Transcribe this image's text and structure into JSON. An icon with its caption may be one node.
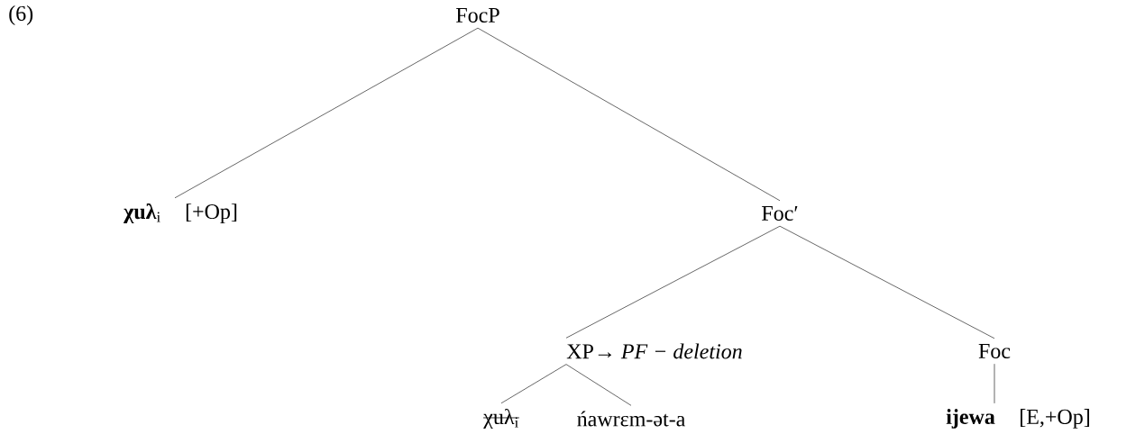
{
  "diagram": {
    "nodes": [
      {
        "text": [
          "FocP"
        ]
      },
      {
        "text": [
          "**χuλ**$_{i}$",
          "[+Op]"
        ]
      },
      {
        "text": [
          "Foc′"
        ]
      },
      {
        "text": [
          "XP→ *PF − deletion*"
        ]
      },
      {
        "text": [
          "Foc"
        ]
      },
      {
        "text": [
          "χuλ$_{i}$"
        ]
      },
      {
        "text": [
          "ńawrɛm-ət-a"
        ]
      },
      {
        "text": [
          "ijewa",
          "[E,+Op]"
        ]
      }
    ],
    "edges": [
      {
        "from": 0,
        "to": 1,
        "arrow": "none"
      },
      {
        "from": 0,
        "to": 2,
        "arrow": "none"
      },
      {
        "from": 2,
        "to": 3,
        "arrow": "none"
      },
      {
        "from": 2,
        "to": 4,
        "arrow": "none"
      },
      {
        "from": 3,
        "to": 5,
        "arrow": "none"
      },
      {
        "from": 3,
        "to": 6,
        "arrow": "none"
      },
      {
        "from": 4,
        "to": 7,
        "arrow": "none"
      }
    ],
    "labels": [
      "(6)"
    ]
  }
}
